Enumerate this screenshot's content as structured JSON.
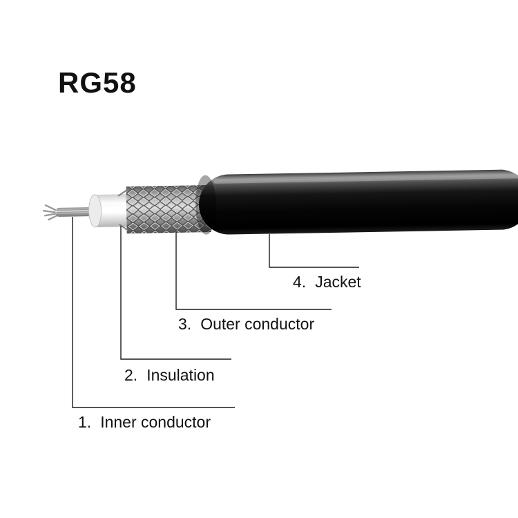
{
  "title": "RG58",
  "diagram": {
    "labels": [
      {
        "number": "1.",
        "text": "Inner conductor"
      },
      {
        "number": "2.",
        "text": "Insulation"
      },
      {
        "number": "3.",
        "text": "Outer conductor"
      },
      {
        "number": "4.",
        "text": "Jacket"
      }
    ]
  },
  "colors": {
    "background": "#ffffff",
    "text": "#111111",
    "leader_line": "#1a1a1a",
    "jacket": "#0a0a0a",
    "jacket_highlight": "#9c9c9c",
    "insulation": "#f8f8f8",
    "braid": "#b0b0b0",
    "inner_conductor": "#c0c0c0"
  }
}
